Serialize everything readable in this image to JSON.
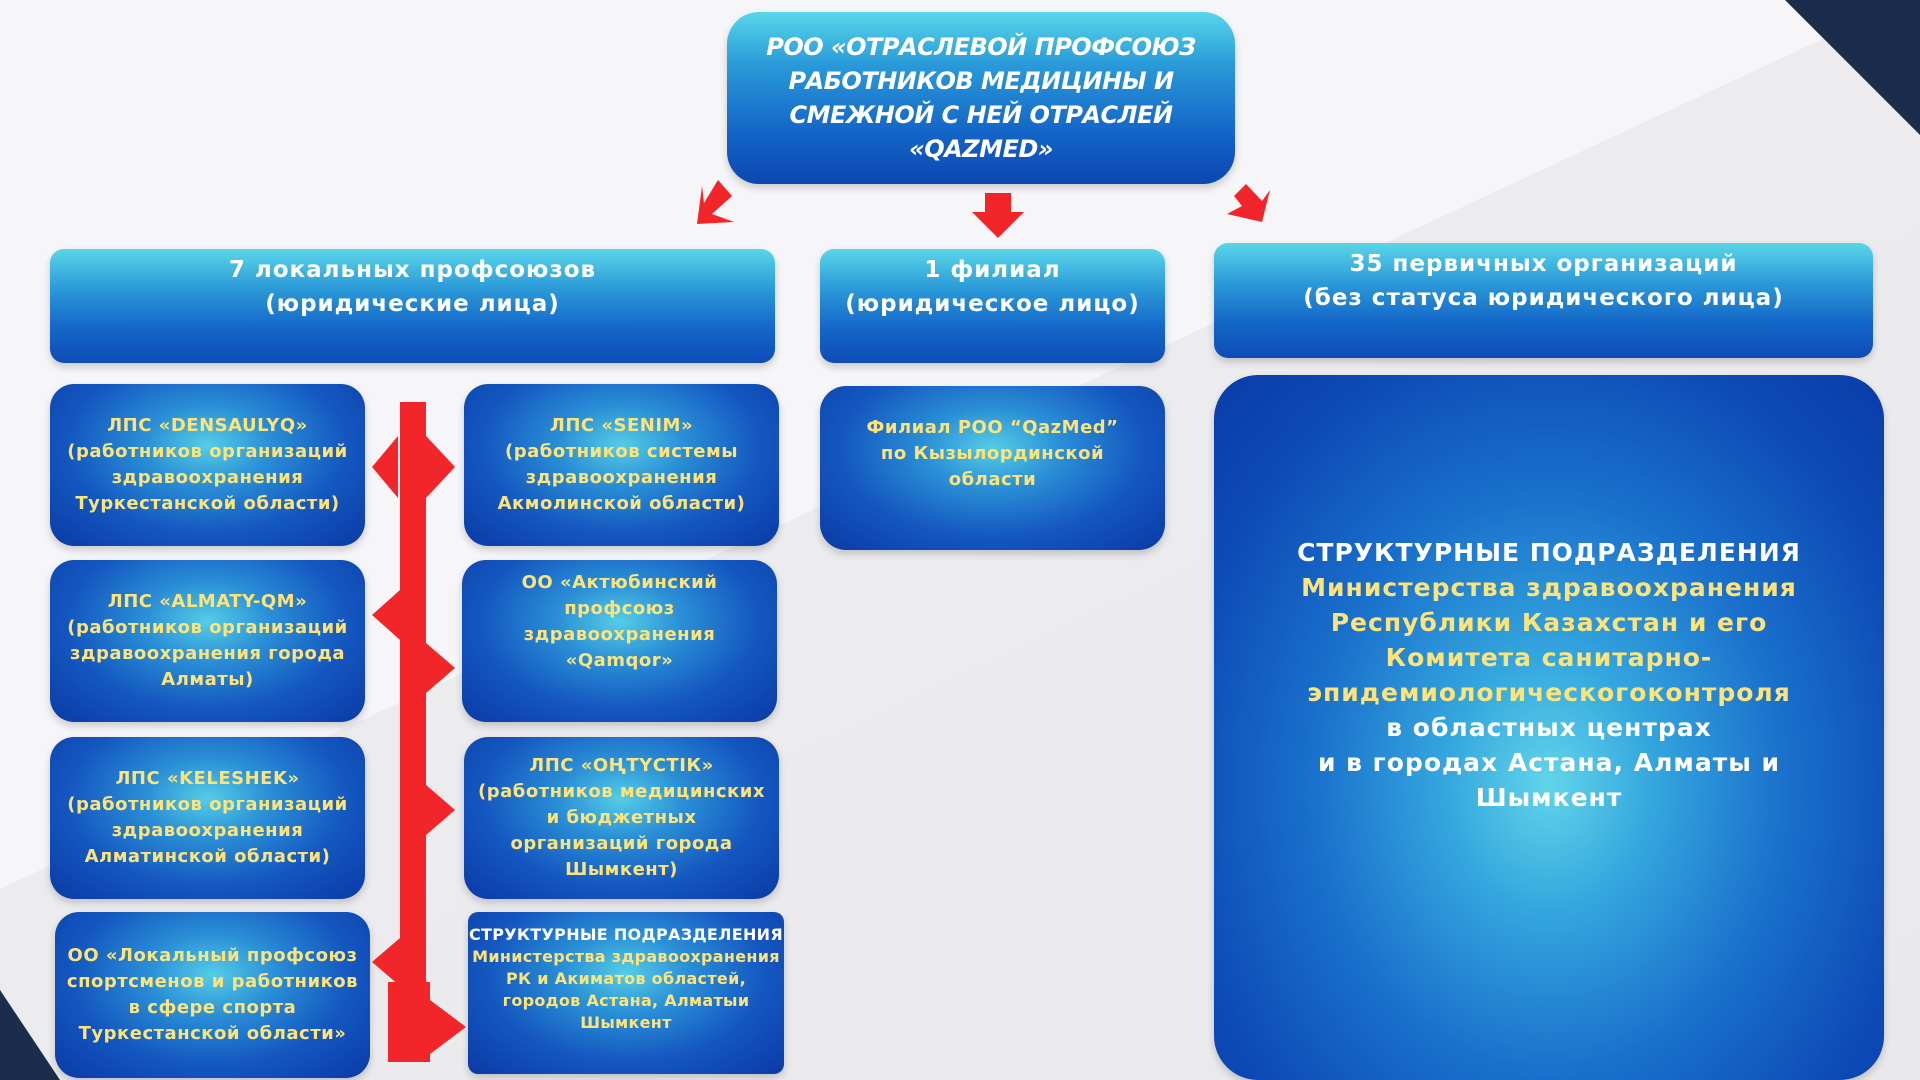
{
  "top_box": {
    "line1": "РОО «ОТРАСЛЕВОЙ ПРОФСОЮЗ",
    "line2": "РАБОТНИКОВ МЕДИЦИНЫ И",
    "line3": "СМЕЖНОЙ С НЕЙ ОТРАСЛЕЙ",
    "line4": "«QAZMED»"
  },
  "headers": {
    "local": {
      "line1": "7  локальных профсоюзов",
      "line2": "(юридические лица)"
    },
    "branch": {
      "line1": "1 филиал",
      "line2": "(юридическое лицо)"
    },
    "primary": {
      "line1": "35 первичных организаций",
      "line2": "(без статуса юридического лица)"
    }
  },
  "unions": [
    {
      "name": "ЛПС «DENSAULYQ»",
      "l2": "(работников организаций",
      "l3": "здравоохранения",
      "l4": "Туркестанской области)"
    },
    {
      "name": "ЛПС «SENIM»",
      "l2": "(работников системы",
      "l3": "здравоохранения",
      "l4": "Акмолинской области)"
    },
    {
      "name": "ЛПС «ALMATY-QM»",
      "l2": "(работников организаций",
      "l3": "здравоохранения города",
      "l4": "Алматы)"
    },
    {
      "name": "ОО «Актюбинский",
      "l2": "профсоюз",
      "l3": "здравоохранения",
      "l4": "«Qamqor»"
    },
    {
      "name": "ЛПС «KELESHEK»",
      "l2": "(работников организаций",
      "l3": "здравоохранения",
      "l4": "Алматинской области)"
    },
    {
      "name": "ЛПС  «ОҢТҮСТІК»",
      "l2": "(работников медицинских",
      "l3": "и бюджетных",
      "l4": "организаций города",
      "l5": "Шымкент)"
    },
    {
      "name": "ОО «Локальный профсоюз",
      "l2": "спортсменов и работников",
      "l3": "в сфере спорта",
      "l4": "Туркестанской области»"
    }
  ],
  "struct_small": {
    "title": "СТРУКТУРНЫЕ ПОДРАЗДЕЛЕНИЯ",
    "l2": "Министерства здравоохранения",
    "l3": "РК и Акиматов областей,",
    "l4": "городов Астана, Алматыи",
    "l5": "Шымкент"
  },
  "branch_box": {
    "l1": "Филиал РОО “QazMed”",
    "l2": "по Кызылординской",
    "l3": "области"
  },
  "struct_big": {
    "title": "СТРУКТУРНЫЕ ПОДРАЗДЕЛЕНИЯ",
    "l2": "Министерства здравоохранения",
    "l3": "Республики Казахстан и его",
    "l4": "Комитета санитарно-",
    "l5": "эпидемиологическогоконтроля",
    "l6": "в областных центрах",
    "l7": "и в городах  Астана,  Алматы и",
    "l8": "Шымкент"
  },
  "colors": {
    "arrow": "#f2262a",
    "text_yellow": "#fde47a",
    "corner_navy": "#1c2c4c"
  }
}
